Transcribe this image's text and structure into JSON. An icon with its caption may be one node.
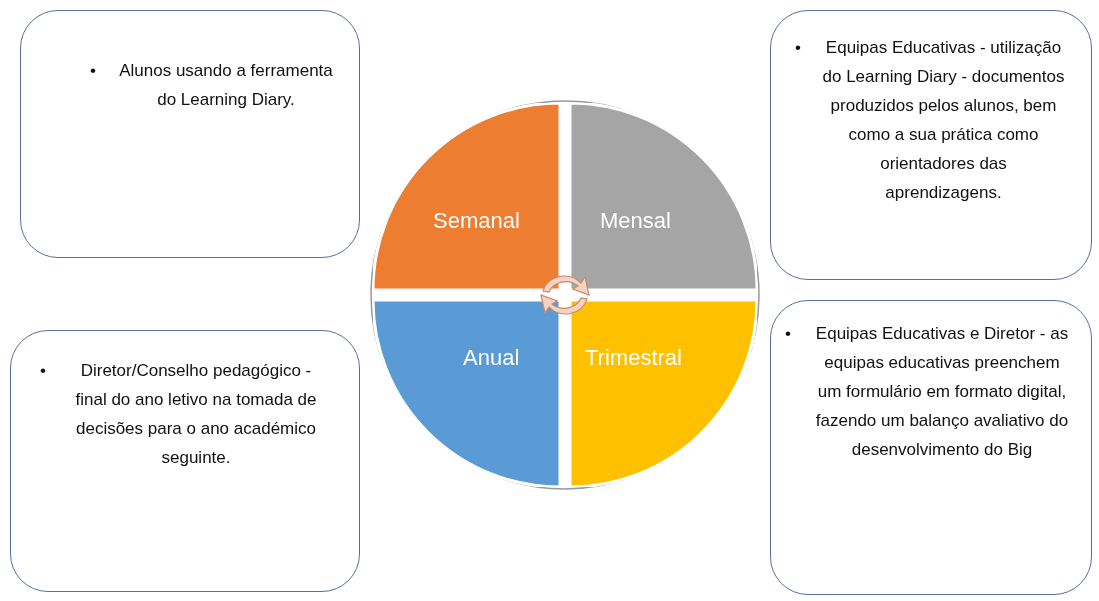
{
  "diagram": {
    "nodes": [
      {
        "text": [
          "Alunos usando a ferramenta do Learning Diary."
        ]
      },
      {
        "text": [
          "Semanal"
        ]
      },
      {
        "text": [
          "Mensal"
        ]
      },
      {
        "text": [
          "Equipas Educativas - utilização do Learning Diary - documentos produzidos pelos alunos, bem como a sua prática como orientadores das aprendizagens."
        ]
      },
      {
        "text": [
          "Diretor/Conselho pedagógico - final do ano letivo na tomada de decisões para o ano académico seguinte."
        ]
      },
      {
        "text": [
          "Anual"
        ]
      },
      {
        "text": [
          "Trimestral"
        ]
      },
      {
        "text": [
          "Equipas Educativas e Diretor - as equipas educativas preenchem um formulário em formato digital, fazendo um balanço avaliativo do desenvolvimento do Big"
        ]
      }
    ],
    "labels": [
      "•",
      "•",
      "•",
      "•"
    ]
  }
}
